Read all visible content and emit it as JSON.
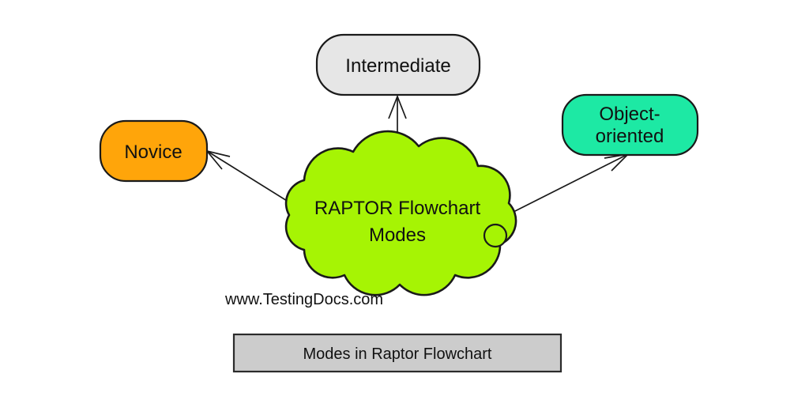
{
  "diagram": {
    "cloud": {
      "line1": "RAPTOR Flowchart",
      "line2": "Modes",
      "fill": "#a6f404",
      "stroke": "#1a1a1a"
    },
    "nodes": {
      "novice": {
        "label": "Novice",
        "fill": "#ffa50a",
        "stroke": "#1a1a1a"
      },
      "intermediate": {
        "label": "Intermediate",
        "fill": "#e6e6e6",
        "stroke": "#1a1a1a"
      },
      "object_oriented": {
        "line1": "Object-",
        "line2": "oriented",
        "fill": "#1de9a4",
        "stroke": "#1a1a1a"
      }
    },
    "watermark": "www.TestingDocs.com",
    "caption": {
      "label": "Modes in Raptor Flowchart",
      "fill": "#cccccc",
      "stroke": "#2b2b2b"
    }
  }
}
